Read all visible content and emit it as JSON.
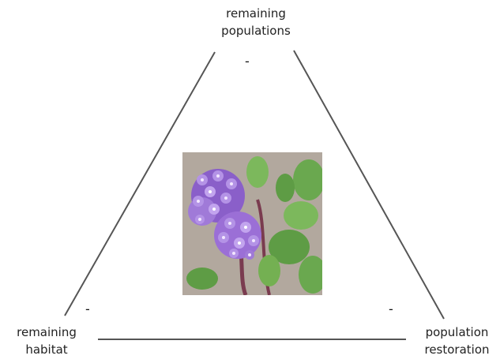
{
  "nodes": {
    "top": {
      "line1": "remaining",
      "line2": "populations"
    },
    "left": {
      "line1": "remaining",
      "line2": "habitat"
    },
    "right": {
      "line1": "population",
      "line2": "restoration"
    }
  },
  "edge_signs": {
    "top": "-",
    "left": "-",
    "right": "-"
  },
  "photo": {
    "subject": "purple-verbena-flower-photo"
  },
  "colors": {
    "line": "#555555",
    "flower": "#9b6fd6",
    "leaf": "#6aa84f",
    "ground": "#b7aea3"
  }
}
